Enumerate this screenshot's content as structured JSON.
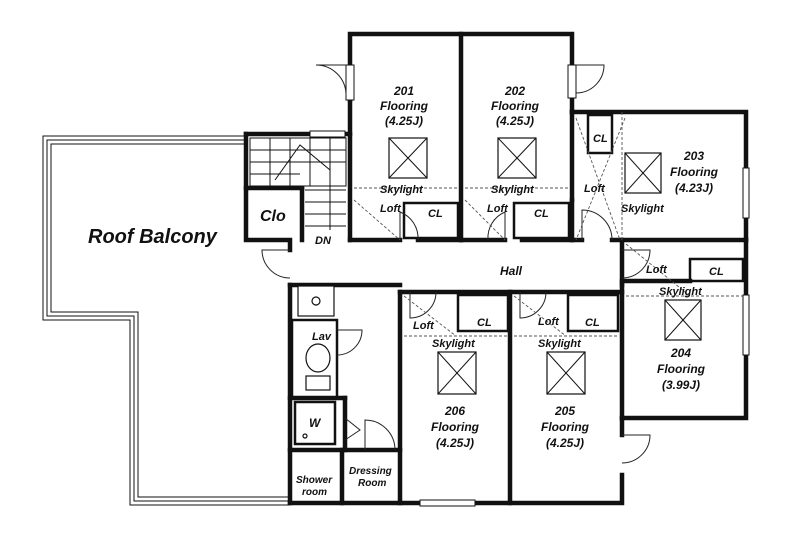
{
  "rooms": {
    "r201": {
      "number": "201",
      "type": "Flooring",
      "size": "(4.25J)"
    },
    "r202": {
      "number": "202",
      "type": "Flooring",
      "size": "(4.25J)"
    },
    "r203": {
      "number": "203",
      "type": "Flooring",
      "size": "(4.23J)"
    },
    "r204": {
      "number": "204",
      "type": "Flooring",
      "size": "(3.99J)"
    },
    "r205": {
      "number": "205",
      "type": "Flooring",
      "size": "(4.25J)"
    },
    "r206": {
      "number": "206",
      "type": "Flooring",
      "size": "(4.25J)"
    }
  },
  "labels": {
    "roof_balcony": "Roof Balcony",
    "hall": "Hall",
    "closet": "Clo",
    "down": "DN",
    "lavatory": "Lav",
    "washer": "W",
    "shower_line1": "Shower",
    "shower_line2": "room",
    "dressing_line1": "Dressing",
    "dressing_line2": "Room",
    "loft": "Loft",
    "cl": "CL",
    "skylight": "Skylight"
  }
}
